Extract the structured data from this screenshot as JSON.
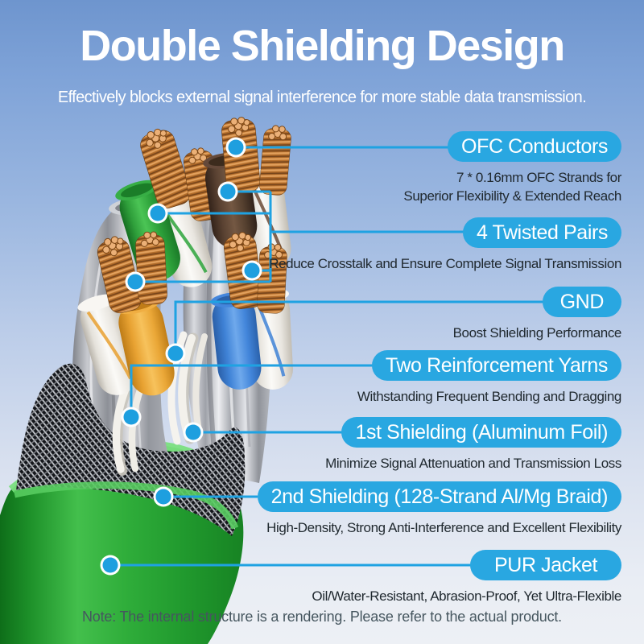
{
  "header": {
    "title": "Double Shielding Design",
    "subtitle": "Effectively blocks external signal interference for more stable data transmission."
  },
  "callouts": [
    {
      "id": "ofc-conductors",
      "label": "OFC Conductors",
      "desc_lines": [
        "7 * 0.16mm OFC Strands for",
        "Superior Flexibility & Extended Reach"
      ]
    },
    {
      "id": "twisted-pairs",
      "label": "4 Twisted Pairs",
      "desc_lines": [
        "Reduce Crosstalk and Ensure Complete Signal Transmission"
      ]
    },
    {
      "id": "gnd",
      "label": "GND",
      "desc_lines": [
        "Boost Shielding Performance"
      ]
    },
    {
      "id": "reinforcement-yarns",
      "label": "Two Reinforcement Yarns",
      "desc_lines": [
        "Withstanding Frequent Bending and Dragging"
      ]
    },
    {
      "id": "first-shielding",
      "label": "1st Shielding (Aluminum Foil)",
      "desc_lines": [
        "Minimize Signal Attenuation and Transmission Loss"
      ]
    },
    {
      "id": "second-shielding",
      "label": "2nd Shielding (128-Strand Al/Mg Braid)",
      "desc_lines": [
        "High-Density, Strong Anti-Interference and Excellent Flexibility"
      ]
    },
    {
      "id": "pur-jacket",
      "label": "PUR Jacket",
      "desc_lines": [
        "Oil/Water-Resistant, Abrasion-Proof, Yet Ultra-Flexible"
      ]
    }
  ],
  "footer": {
    "note": "Note: The internal structure is a rendering. Please refer to the actual product."
  },
  "colors": {
    "accent_blue": "#29A7E1",
    "title_text": "#FFFFFF",
    "desc_text": "#20292F",
    "note_text": "#46565F",
    "jacket_green": "#2FA83A",
    "copper": "#C97F3A"
  }
}
